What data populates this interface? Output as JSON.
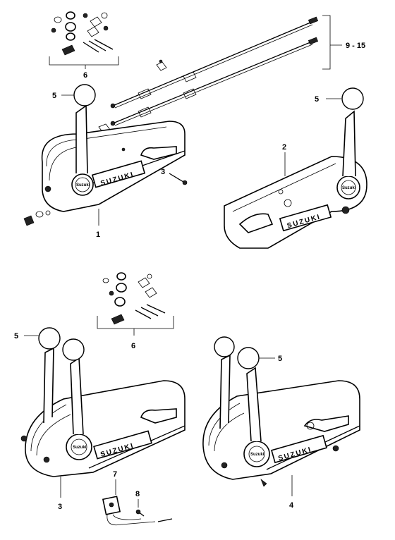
{
  "callouts": {
    "c1": "1",
    "c2": "2",
    "c3a": "3",
    "c3b": "3",
    "c4": "4",
    "c5a": "5",
    "c5b": "5",
    "c5c": "5",
    "c5d": "5",
    "c6a": "6",
    "c6b": "6",
    "c7": "7",
    "c8": "8",
    "c9_15": "9 - 15"
  },
  "brand": {
    "top_left_plate": "SUZUKI",
    "top_left_hub": "Suzuki",
    "top_right_plate": "SUZUKI",
    "top_right_hub": "Suzuki",
    "bottom_left_plate": "SUZUKI",
    "bottom_left_hub": "Suzuki",
    "bottom_right_plate": "SUZUKI",
    "bottom_right_hub": "Suzuki"
  }
}
